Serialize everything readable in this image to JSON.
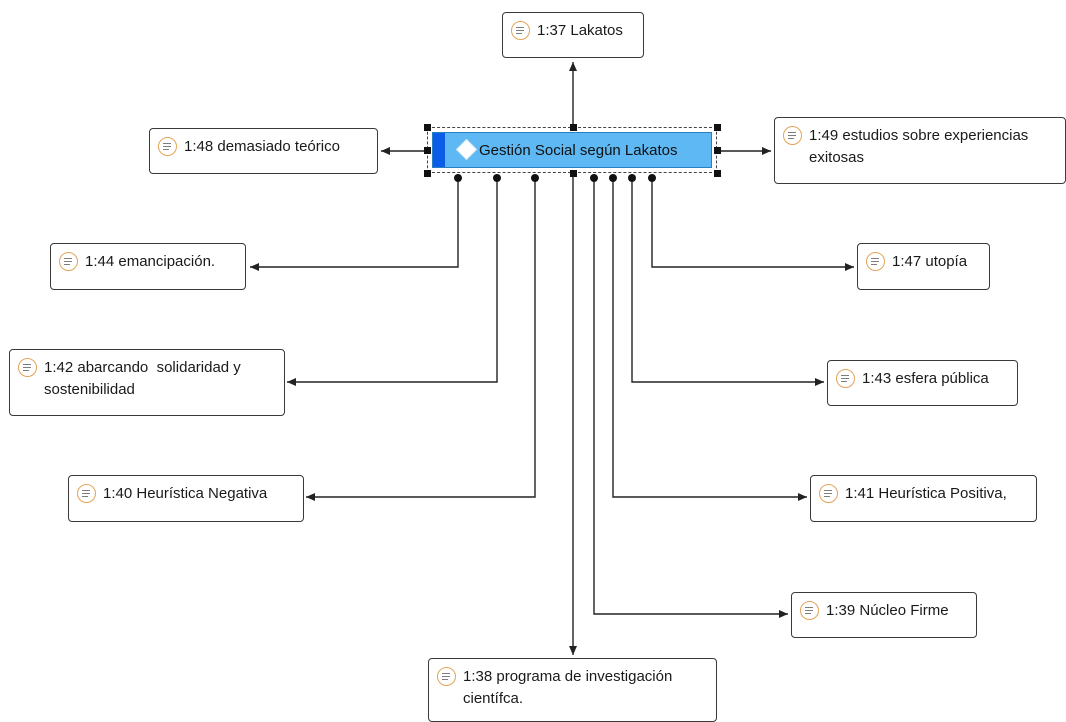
{
  "central_code": {
    "label": "Gestión Social según Lakatos",
    "icon": "diamond-code-icon"
  },
  "quotations": [
    {
      "id": "q37",
      "text": "1:37 Lakatos"
    },
    {
      "id": "q48",
      "text": "1:48 demasiado teórico"
    },
    {
      "id": "q49",
      "text": "1:49 estudios sobre experiencias exitosas"
    },
    {
      "id": "q44",
      "text": "1:44 emancipación."
    },
    {
      "id": "q47",
      "text": "1:47 utopía"
    },
    {
      "id": "q42",
      "text": "1:42 abarcando  solidaridad y sostenibilidad"
    },
    {
      "id": "q43",
      "text": "1:43 esfera pública"
    },
    {
      "id": "q40",
      "text": "1:40 Heurística Negativa"
    },
    {
      "id": "q41",
      "text": "1:41 Heurística Positiva,"
    },
    {
      "id": "q39",
      "text": "1:39 Núcleo Firme"
    },
    {
      "id": "q38",
      "text": "1:38 programa de investigación científca."
    }
  ],
  "colors": {
    "code_fill": "#5db8f3",
    "code_bar": "#0b5ce6",
    "quotation_icon": "#e3a35a",
    "link": "#222222"
  }
}
